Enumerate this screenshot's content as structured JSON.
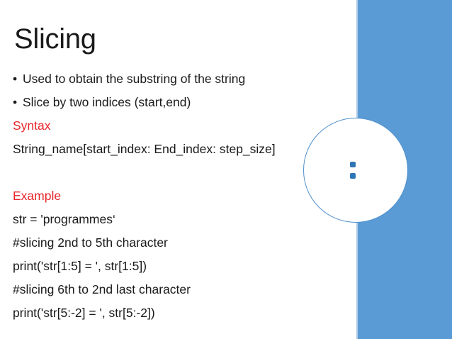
{
  "slide": {
    "title": "Slicing",
    "accent_color": "#5B9BD5",
    "accent_edge_color": "#AFCBE8",
    "circle_outline_color": "#4E8FCC",
    "colon_dot_color": "#2E75B6",
    "heading_color": "#E8252B",
    "body_color": "#1A1A1A",
    "background_color": "#FFFFFF",
    "bullet_glyph": "•",
    "lines": [
      {
        "text": "Used to obtain the substring of the string",
        "bulleted": true,
        "style": "body"
      },
      {
        "text": "Slice by two indices (start,end)",
        "bulleted": true,
        "style": "body"
      },
      {
        "text": "Syntax",
        "bulleted": false,
        "style": "heading-red"
      },
      {
        "text": "String_name[start_index: End_index: step_size]",
        "bulleted": false,
        "style": "body"
      },
      {
        "text": "",
        "bulleted": false,
        "style": "spacer"
      },
      {
        "text": "Example",
        "bulleted": false,
        "style": "heading-red"
      },
      {
        "text": "str = 'programmes‘",
        "bulleted": false,
        "style": "body"
      },
      {
        "text": "#slicing 2nd to 5th character",
        "bulleted": false,
        "style": "body"
      },
      {
        "text": "print('str[1:5] = ', str[1:5])",
        "bulleted": false,
        "style": "body"
      },
      {
        "text": "#slicing 6th to 2nd last character",
        "bulleted": false,
        "style": "body"
      },
      {
        "text": "print('str[5:-2] = ', str[5:-2])",
        "bulleted": false,
        "style": "body"
      }
    ]
  }
}
